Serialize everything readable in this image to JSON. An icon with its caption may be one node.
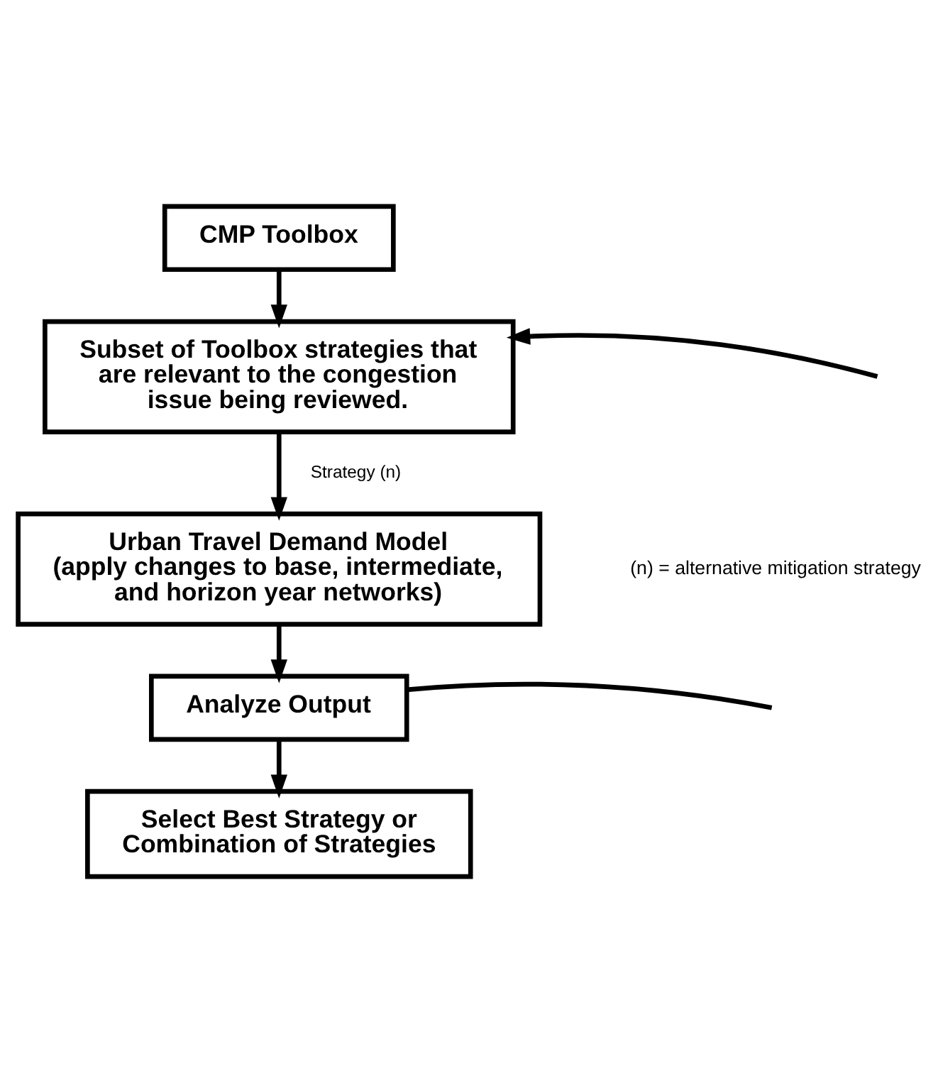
{
  "diagram": {
    "nodes": [
      {
        "text": [
          "CMP Toolbox"
        ]
      },
      {
        "text": [
          "Subset of Toolbox strategies that are relevant to the congestion issue being reviewed."
        ]
      },
      {
        "text": [
          "Urban Travel Demand Model",
          "(apply changes to base, intermediate, and horizon year networks)"
        ]
      },
      {
        "text": [
          "Analyze Output"
        ]
      },
      {
        "text": [
          "Select Best Strategy or Combination of Strategies"
        ]
      }
    ],
    "edges": [
      {
        "from": 0,
        "to": 1,
        "arrow": "to"
      },
      {
        "from": 1,
        "to": 2,
        "arrow": "to",
        "label": "Strategy (n)"
      },
      {
        "from": 2,
        "to": 3,
        "arrow": "to"
      },
      {
        "from": 3,
        "to": 4,
        "arrow": "to"
      },
      {
        "from": 3,
        "to": null,
        "arrow": "none"
      },
      {
        "from": null,
        "to": 1,
        "arrow": "to"
      }
    ],
    "labels": [
      "(n) = alternative mitigation strategy"
    ]
  }
}
